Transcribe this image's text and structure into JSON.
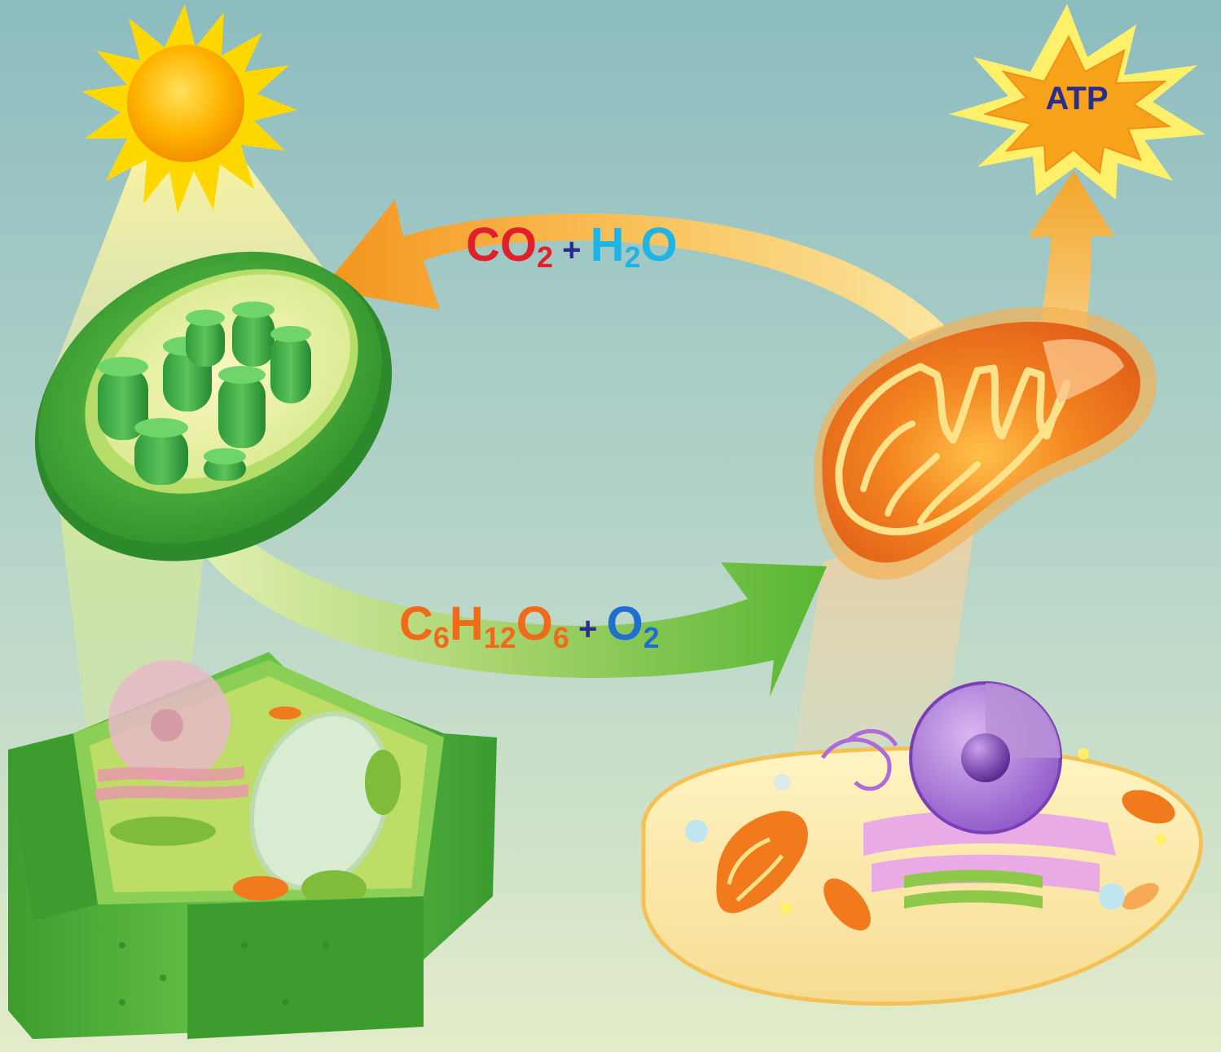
{
  "diagram": {
    "atp_label": "ATP",
    "top_equation": {
      "co": "CO",
      "co_sub": "2",
      "plus": " + ",
      "h": "H",
      "h_sub": "2",
      "o": "O"
    },
    "bottom_equation": {
      "c": "C",
      "c_sub": "6",
      "h": "H",
      "h_sub": "12",
      "o": "O",
      "o_sub": "6",
      "plus": " + ",
      "o2": "O",
      "o2_sub": "2"
    }
  },
  "colors": {
    "bg_top": "#8fbfc2",
    "bg_bottom": "#dfe9c9",
    "red": "#e0202a",
    "blue": "#1fb4e6",
    "orange": "#f06a1a",
    "navy": "#2a2d8f",
    "leaf_green": "#3fa32e",
    "mito_orange": "#f07a1c",
    "sun": "#ffb000",
    "star_yellow": "#fff06a",
    "star_orange": "#f7a21b",
    "arrow_orange": "#f6a52a",
    "arrow_green": "#6cbf3a"
  }
}
